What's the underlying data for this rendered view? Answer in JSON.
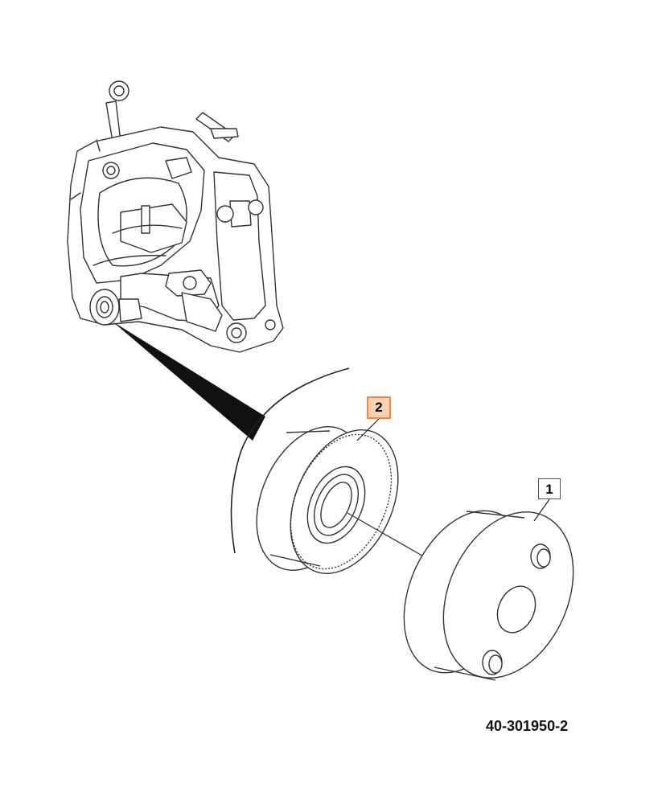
{
  "callouts": [
    {
      "id": "2",
      "label": "2",
      "highlighted": true,
      "highlight_color": "#f2883c"
    },
    {
      "id": "1",
      "label": "1",
      "highlighted": false
    }
  ],
  "figure_number": "40-301950-2",
  "colors": {
    "line": "#222222",
    "highlight_border": "#f2883c",
    "highlight_fill": "#fbd0b3",
    "pointer": "#111111"
  }
}
